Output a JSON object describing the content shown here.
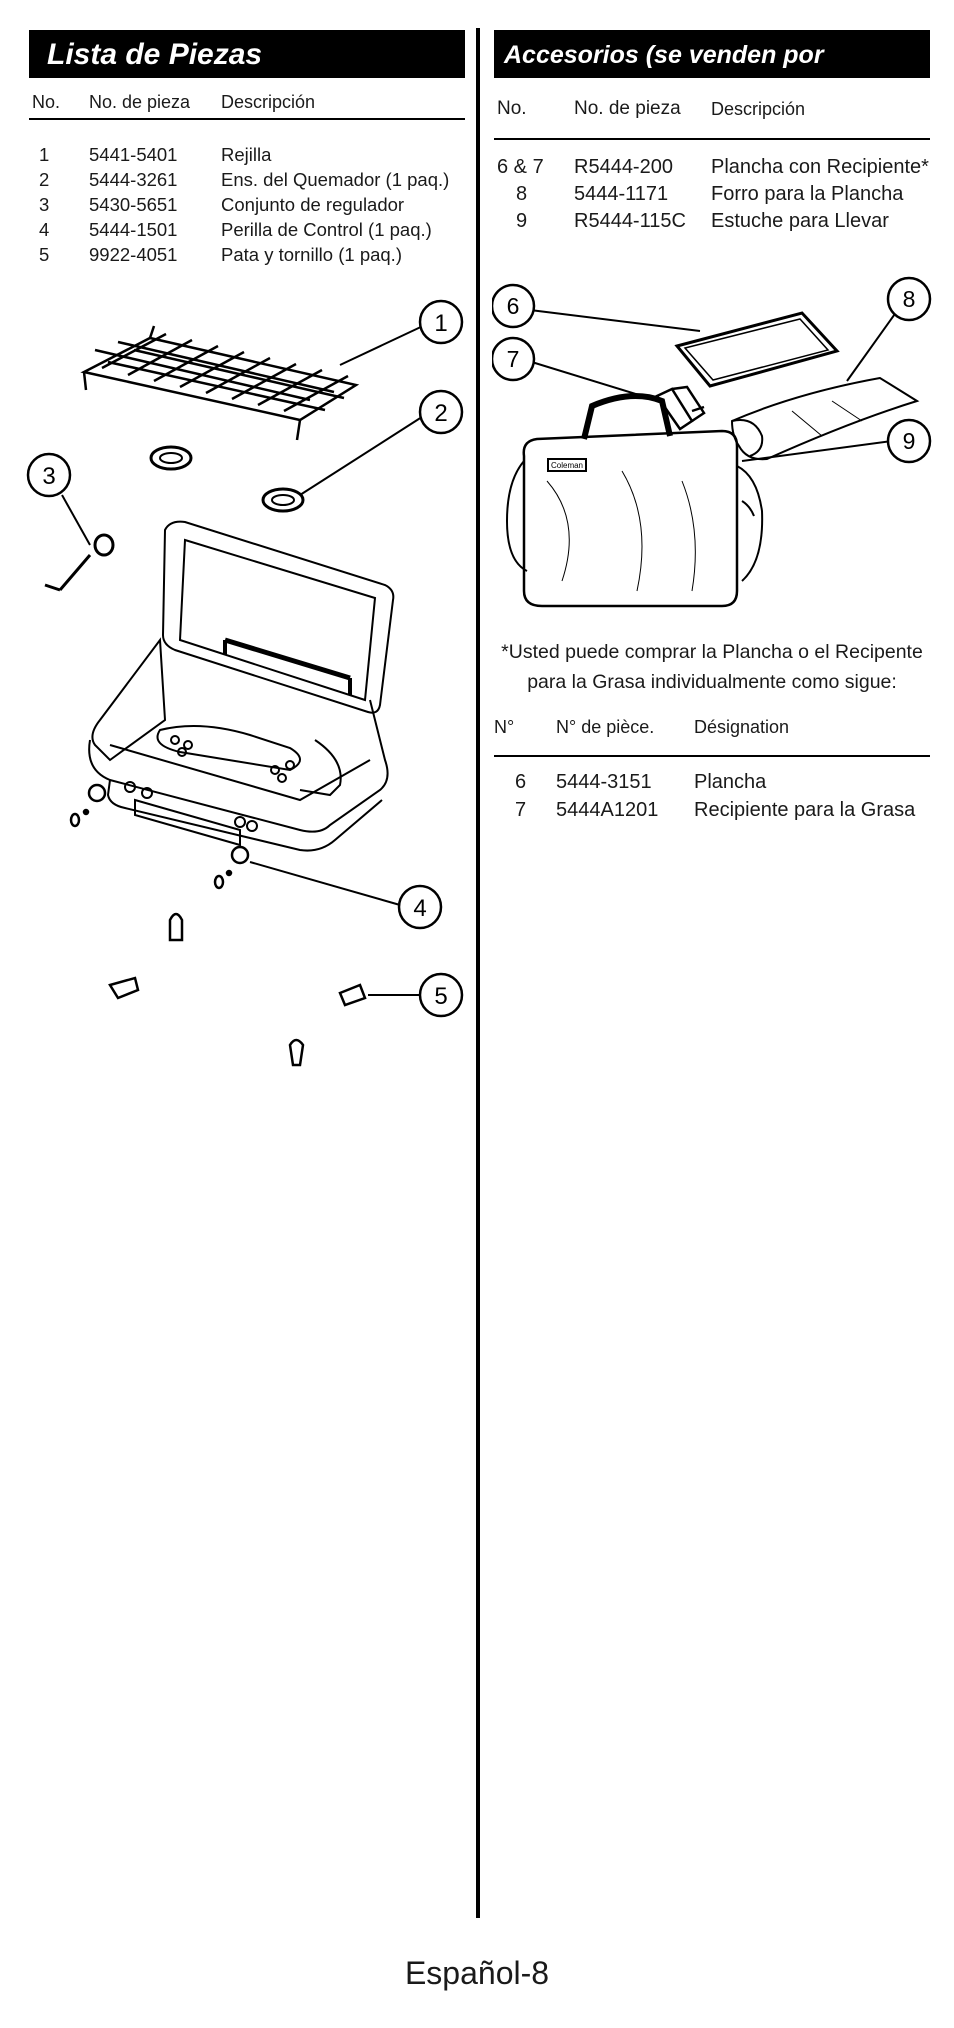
{
  "left": {
    "title": "Lista de Piezas",
    "headers": {
      "no": "No.",
      "part": "No. de pieza",
      "desc": "Descripción"
    },
    "rows": [
      {
        "no": "1",
        "part": "5441-5401",
        "desc": "Rejilla"
      },
      {
        "no": "2",
        "part": "5444-3261",
        "desc": "Ens. del Quemador (1 paq.)"
      },
      {
        "no": "3",
        "part": "5430-5651",
        "desc": "Conjunto de regulador"
      },
      {
        "no": "4",
        "part": "5444-1501",
        "desc": "Perilla de Control (1 paq.)"
      },
      {
        "no": "5",
        "part": "9922-4051",
        "desc": "Pata y tornillo (1 paq.)"
      }
    ],
    "callouts": [
      "1",
      "2",
      "3",
      "4",
      "5"
    ]
  },
  "right": {
    "title": "Accesorios (se venden por separado)",
    "headers": {
      "no": "No.",
      "part": "No. de pieza",
      "desc": "Descripción"
    },
    "rows": [
      {
        "no": "6 & 7",
        "part": "R5444-200",
        "desc": "Plancha con Recipiente*"
      },
      {
        "no": "8",
        "part": "5444-1171",
        "desc": "Forro para la Plancha"
      },
      {
        "no": "9",
        "part": "R5444-115C",
        "desc": "Estuche para Llevar"
      }
    ],
    "callouts": [
      "6",
      "7",
      "8",
      "9"
    ],
    "bag_logo": "Coleman",
    "note_line1": "*Usted puede comprar la Plancha o el Recipente",
    "note_line2": "para la Grasa individualmente como sigue:",
    "headers2": {
      "no": "N°",
      "part": "N° de pièce.",
      "desc": "Désignation"
    },
    "rows2": [
      {
        "no": "6",
        "part": "5444-3151",
        "desc": "Plancha"
      },
      {
        "no": "7",
        "part": "5444A1201",
        "desc": "Recipiente para la Grasa"
      }
    ]
  },
  "footer": "Español-8"
}
